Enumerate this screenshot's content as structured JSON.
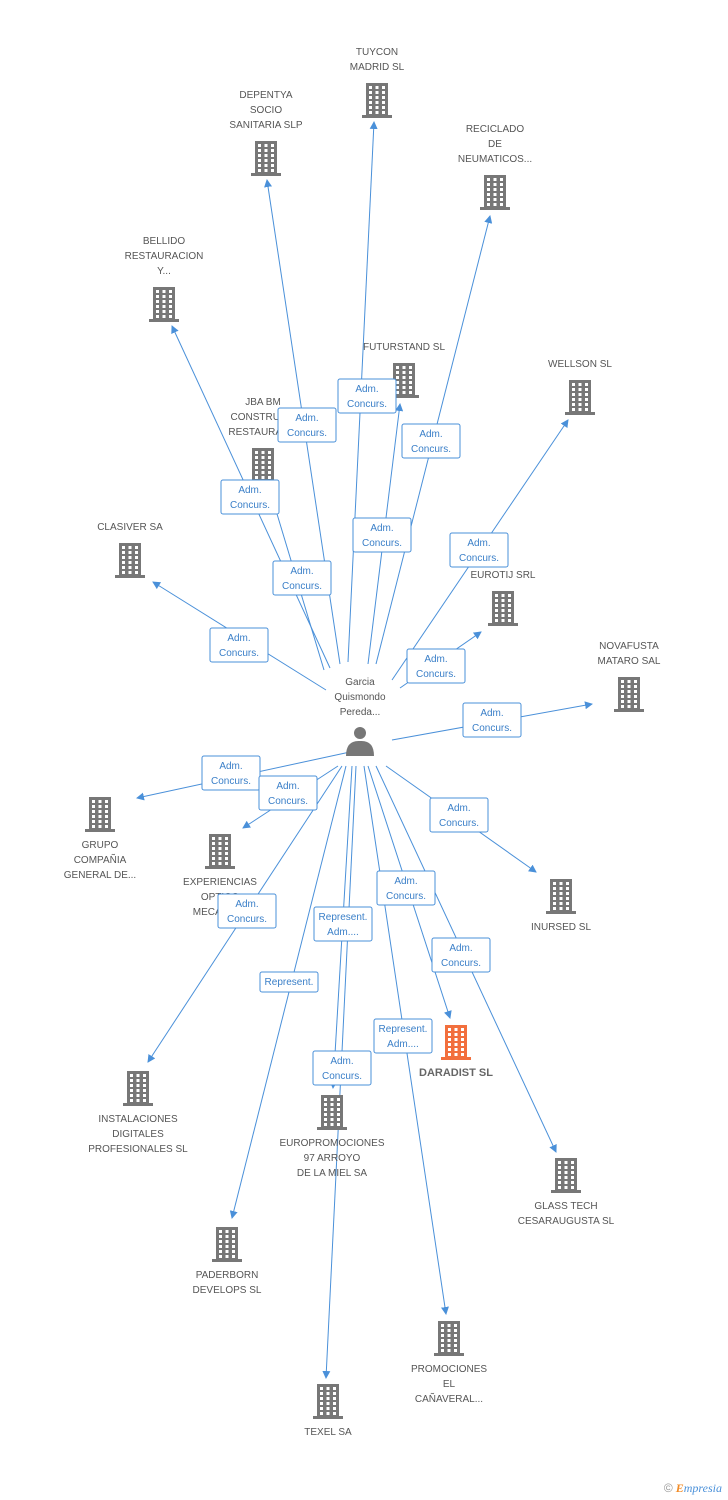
{
  "center_person": {
    "label_lines": [
      "Garcia",
      "Quismondo",
      "Pereda..."
    ],
    "icon": "person-icon"
  },
  "colors": {
    "edge": "#4a90d9",
    "building": "#777777",
    "building_highlight": "#f26f3d"
  },
  "companies": [
    {
      "id": "tuycon",
      "lines": [
        "TUYCON",
        "MADRID SL"
      ]
    },
    {
      "id": "depentya",
      "lines": [
        "DEPENTYA",
        "SOCIO",
        "SANITARIA SLP"
      ]
    },
    {
      "id": "reciclado",
      "lines": [
        "RECICLADO",
        "DE",
        "NEUMATICOS..."
      ]
    },
    {
      "id": "bellido",
      "lines": [
        "BELLIDO",
        "RESTAURACION",
        "Y..."
      ]
    },
    {
      "id": "futurstand",
      "lines": [
        "FUTURSTAND SL"
      ]
    },
    {
      "id": "wellson",
      "lines": [
        "WELLSON SL"
      ]
    },
    {
      "id": "jba",
      "lines": [
        "JBA BM",
        "CONSTRUC...",
        "RESTAURAC..."
      ]
    },
    {
      "id": "clasiver",
      "lines": [
        "CLASIVER SA"
      ]
    },
    {
      "id": "eurotij",
      "lines": [
        "EUROTIJ SRL"
      ]
    },
    {
      "id": "novafusta",
      "lines": [
        "NOVAFUSTA",
        "MATARO SAL"
      ]
    },
    {
      "id": "grupo",
      "lines": [
        "GRUPO",
        "COMPAÑIA",
        "GENERAL DE..."
      ]
    },
    {
      "id": "experiencias",
      "lines": [
        "EXPERIENCIAS",
        "OPTICO",
        "MECANIC..."
      ]
    },
    {
      "id": "inursed",
      "lines": [
        "INURSED SL"
      ]
    },
    {
      "id": "daradist",
      "lines": [
        "DARADIST SL"
      ],
      "highlight": true
    },
    {
      "id": "instalaciones",
      "lines": [
        "INSTALACIONES",
        "DIGITALES",
        "PROFESIONALES SL"
      ]
    },
    {
      "id": "europromociones",
      "lines": [
        "EUROPROMOCIONES",
        "97 ARROYO",
        "DE LA MIEL SA"
      ]
    },
    {
      "id": "glasstech",
      "lines": [
        "GLASS TECH",
        "CESARAUGUSTA SL"
      ]
    },
    {
      "id": "paderborn",
      "lines": [
        "PADERBORN",
        "DEVELOPS SL"
      ]
    },
    {
      "id": "promociones",
      "lines": [
        "PROMOCIONES",
        "EL",
        "CAÑAVERAL..."
      ]
    },
    {
      "id": "texel",
      "lines": [
        "TEXEL SA"
      ]
    }
  ],
  "relations": [
    {
      "target": "tuycon",
      "role_lines": [
        "Adm.",
        "Concurs."
      ]
    },
    {
      "target": "depentya",
      "role_lines": [
        "Adm.",
        "Concurs."
      ]
    },
    {
      "target": "reciclado",
      "role_lines": [
        "Adm.",
        "Concurs."
      ]
    },
    {
      "target": "bellido",
      "role_lines": [
        "Adm.",
        "Concurs."
      ]
    },
    {
      "target": "futurstand",
      "role_lines": [
        "Adm.",
        "Concurs."
      ]
    },
    {
      "target": "wellson",
      "role_lines": [
        "Adm.",
        "Concurs."
      ]
    },
    {
      "target": "jba",
      "role_lines": [
        "Adm.",
        "Concurs."
      ]
    },
    {
      "target": "clasiver",
      "role_lines": [
        "Adm.",
        "Concurs."
      ]
    },
    {
      "target": "eurotij",
      "role_lines": [
        "Adm.",
        "Concurs."
      ]
    },
    {
      "target": "novafusta",
      "role_lines": [
        "Adm.",
        "Concurs."
      ]
    },
    {
      "target": "grupo",
      "role_lines": [
        "Adm.",
        "Concurs."
      ]
    },
    {
      "target": "experiencias",
      "role_lines": [
        "Adm.",
        "Concurs."
      ]
    },
    {
      "target": "inursed",
      "role_lines": [
        "Adm.",
        "Concurs."
      ]
    },
    {
      "target": "daradist",
      "role_lines": [
        "Adm.",
        "Concurs."
      ]
    },
    {
      "target": "instalaciones",
      "role_lines": [
        "Adm.",
        "Concurs."
      ]
    },
    {
      "target": "glasstech",
      "role_lines": [
        "Adm.",
        "Concurs."
      ]
    },
    {
      "target": "europromociones",
      "role_lines": [
        "Adm.",
        "Concurs."
      ]
    },
    {
      "target": "promociones",
      "role_lines": [
        "Represent.",
        "Adm...."
      ]
    },
    {
      "target": "texel",
      "role_lines": [
        "Represent.",
        "Adm...."
      ]
    },
    {
      "target": "paderborn",
      "role_lines": [
        "Represent."
      ]
    }
  ],
  "footer": {
    "copyright": "©",
    "brand_first": "E",
    "brand_rest": "mpresia"
  }
}
